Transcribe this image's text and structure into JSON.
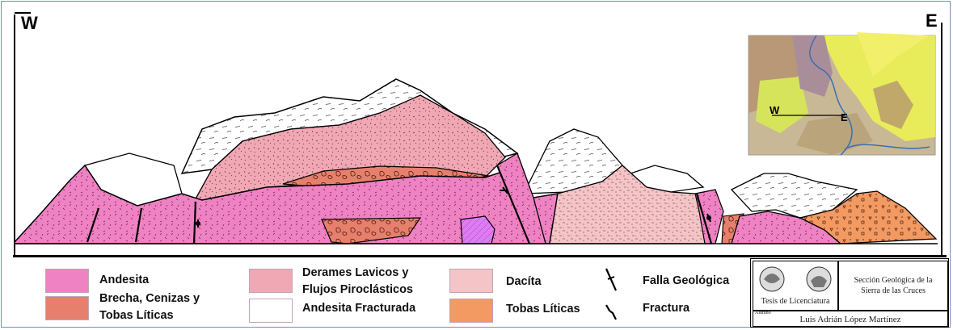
{
  "orientation": {
    "west": "W",
    "east": "E"
  },
  "inset_map": {
    "west": "W",
    "east": "E"
  },
  "legend": {
    "andesita": "Andesita",
    "brecha_1": "Brecha, Cenizas y",
    "brecha_2": "Tobas Líticas",
    "derrames_1": "Derames Lavicos y",
    "derrames_2": "Flujos Piroclásticos",
    "andesita_fracturada": "Andesita Fracturada",
    "dacita": "Dacíta",
    "tobas_liticas": "Tobas Líticas",
    "falla": "Falla Geológica",
    "fractura": "Fractura"
  },
  "title_block": {
    "section_title_1": "Sección Geológica de la",
    "section_title_2": "Sierra de las Cruces",
    "thesis": "Tesis de Licenciatura",
    "author_label": "Alumno",
    "author": "Luis Adrián López Martínez"
  },
  "colors": {
    "andesita": "#ef82c3",
    "derrames": "#f0a8b4",
    "dacita": "#f5c4c6",
    "tobas": "#f39a63",
    "brecha": "#e6806c",
    "purple_body": "#de7cf4",
    "frame": "#6f8fb8"
  }
}
